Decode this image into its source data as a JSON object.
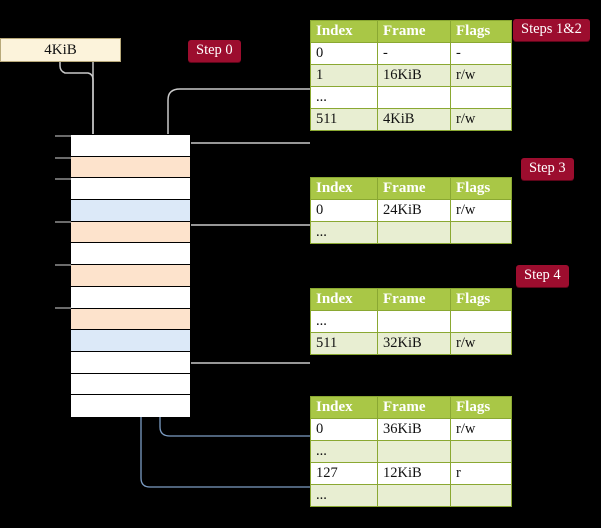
{
  "diagram": {
    "title": "multi-level-page-table-walk",
    "background": "#000000"
  },
  "source_box": {
    "label": "4KiB"
  },
  "badges": [
    {
      "id": "step0",
      "label": "Step 0"
    },
    {
      "id": "steps12",
      "label": "Steps 1&2"
    },
    {
      "id": "step3",
      "label": "Step 3"
    },
    {
      "id": "step4",
      "label": "Step 4"
    }
  ],
  "memory": {
    "rows": [
      {
        "fill": "#ffffff"
      },
      {
        "fill": "#fde3cc"
      },
      {
        "fill": "#ffffff"
      },
      {
        "fill": "#dce9f8"
      },
      {
        "fill": "#fde3cc"
      },
      {
        "fill": "#ffffff"
      },
      {
        "fill": "#fde3cc"
      },
      {
        "fill": "#ffffff"
      },
      {
        "fill": "#fde3cc"
      },
      {
        "fill": "#dce9f8"
      },
      {
        "fill": "#ffffff"
      },
      {
        "fill": "#ffffff"
      },
      {
        "fill": "#ffffff"
      }
    ]
  },
  "tables": [
    {
      "id": "table-1",
      "headers": [
        "Index",
        "Frame",
        "Flags"
      ],
      "rows": [
        {
          "style": "plain",
          "cells": [
            "0",
            "-",
            "-"
          ],
          "highlight": [
            false,
            false,
            false
          ]
        },
        {
          "style": "alt",
          "cells": [
            "1",
            "16KiB",
            "r/w"
          ],
          "highlight": [
            false,
            false,
            false
          ]
        },
        {
          "style": "plain",
          "cells": [
            "...",
            "",
            ""
          ],
          "highlight": [
            false,
            false,
            false
          ]
        },
        {
          "style": "alt",
          "cells": [
            "511",
            "4KiB",
            "r/w"
          ],
          "highlight": [
            true,
            true,
            true
          ]
        }
      ]
    },
    {
      "id": "table-2",
      "headers": [
        "Index",
        "Frame",
        "Flags"
      ],
      "rows": [
        {
          "style": "plain",
          "cells": [
            "0",
            "24KiB",
            "r/w"
          ],
          "highlight": [
            false,
            false,
            false
          ]
        },
        {
          "style": "alt",
          "cells": [
            "...",
            "",
            ""
          ],
          "highlight": [
            false,
            false,
            false
          ]
        }
      ]
    },
    {
      "id": "table-3",
      "headers": [
        "Index",
        "Frame",
        "Flags"
      ],
      "rows": [
        {
          "style": "plain",
          "cells": [
            "...",
            "",
            ""
          ],
          "highlight": [
            false,
            false,
            false
          ]
        },
        {
          "style": "alt",
          "cells": [
            "511",
            "32KiB",
            "r/w"
          ],
          "highlight": [
            false,
            false,
            false
          ]
        }
      ]
    },
    {
      "id": "table-4",
      "headers": [
        "Index",
        "Frame",
        "Flags"
      ],
      "rows": [
        {
          "style": "plain",
          "cells": [
            "0",
            "36KiB",
            "r/w"
          ],
          "highlight": [
            false,
            false,
            false
          ]
        },
        {
          "style": "alt",
          "cells": [
            "...",
            "",
            ""
          ],
          "highlight": [
            false,
            false,
            false
          ]
        },
        {
          "style": "plain",
          "cells": [
            "127",
            "12KiB",
            "r"
          ],
          "highlight": [
            false,
            false,
            false
          ]
        },
        {
          "style": "alt",
          "cells": [
            "...",
            "",
            ""
          ],
          "highlight": [
            false,
            false,
            false
          ]
        }
      ]
    }
  ],
  "colors": {
    "header_green": "#a9c746",
    "row_alt": "#e8eed2",
    "highlight_yellow": "#faf39a",
    "badge_red": "#9c0d2e",
    "frame_orange": "#fde3cc",
    "frame_blue": "#dce9f8",
    "wire_gray": "#b4b4b4",
    "wire_blue": "#7c9dc4",
    "source_cream": "#fcf3db"
  }
}
